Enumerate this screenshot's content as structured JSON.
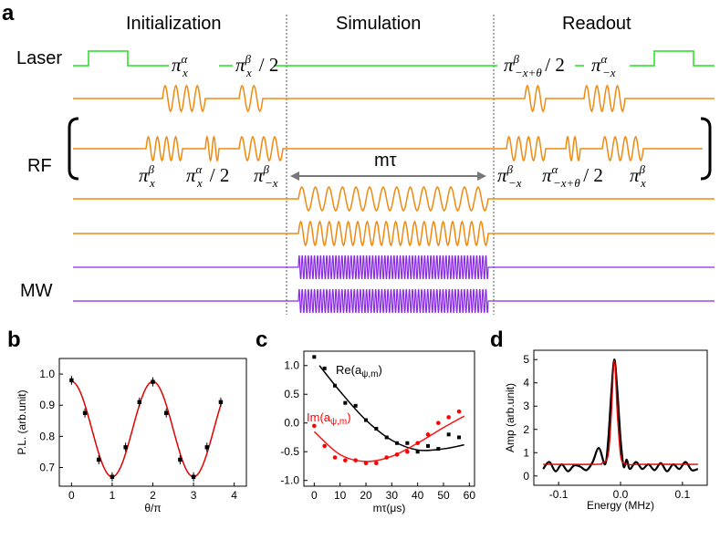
{
  "panel_a": {
    "label": "a",
    "sections": [
      "Initialization",
      "Simulation",
      "Readout"
    ],
    "rows": {
      "laser": "Laser",
      "rf": "RF",
      "mw": "MW"
    },
    "duration_label": "mτ",
    "pulses_top": [
      {
        "base": "π",
        "sup": "α",
        "sub": "x",
        "suffix": ""
      },
      {
        "base": "π",
        "sup": "β",
        "sub": "x",
        "suffix": " / 2"
      },
      {
        "base": "π",
        "sup": "β",
        "sub": "−x+θ",
        "suffix": " / 2"
      },
      {
        "base": "π",
        "sup": "α",
        "sub": "−x",
        "suffix": ""
      }
    ],
    "pulses_bottom": [
      {
        "base": "π",
        "sup": "β",
        "sub": "x",
        "suffix": ""
      },
      {
        "base": "π",
        "sup": "α",
        "sub": "x",
        "suffix": " / 2"
      },
      {
        "base": "π",
        "sup": "β",
        "sub": "−x",
        "suffix": ""
      },
      {
        "base": "π",
        "sup": "β",
        "sub": "−x",
        "suffix": ""
      },
      {
        "base": "π",
        "sup": "α",
        "sub": "−x+θ",
        "suffix": " / 2"
      },
      {
        "base": "π",
        "sup": "β",
        "sub": "x",
        "suffix": ""
      }
    ],
    "colors": {
      "laser": "#22dd22",
      "rf": "#f08a10",
      "mw": "#8a2be2"
    }
  },
  "chart_data": [
    {
      "panel": "b",
      "type": "scatter",
      "xlabel": "θ/π",
      "ylabel": "P.L. (arb.unit)",
      "xlim": [
        -0.3,
        4.3
      ],
      "ylim": [
        0.64,
        1.05
      ],
      "xticks": [
        0,
        1,
        2,
        3,
        4
      ],
      "yticks": [
        0.7,
        0.8,
        0.9,
        1.0
      ],
      "ytick_labels": [
        "0.7",
        "0.8",
        "0.9",
        "1.0"
      ],
      "points": {
        "x": [
          0,
          0.33,
          0.67,
          1.0,
          1.33,
          1.67,
          2.0,
          2.33,
          2.67,
          3.0,
          3.33,
          3.67
        ],
        "y": [
          0.98,
          0.875,
          0.725,
          0.67,
          0.765,
          0.91,
          0.975,
          0.875,
          0.725,
          0.67,
          0.765,
          0.91
        ]
      },
      "fit": {
        "mid": 0.823,
        "amp": 0.153,
        "color": "#e00000"
      },
      "marker_color": "#000000"
    },
    {
      "panel": "c",
      "type": "scatter",
      "xlabel": "mτ(μs)",
      "xlim": [
        -4,
        62
      ],
      "ylim": [
        -1.1,
        1.25
      ],
      "xticks": [
        0,
        10,
        20,
        30,
        40,
        50,
        60
      ],
      "yticks": [
        -1.0,
        -0.5,
        0.0,
        0.5,
        1.0
      ],
      "ytick_labels": [
        "-1.0",
        "-0.5",
        "0.0",
        "0.5",
        "1.0"
      ],
      "series": [
        {
          "name": "Re(aψ,m)",
          "color": "#000000",
          "x": [
            0,
            4,
            8,
            12,
            16,
            20,
            24,
            28,
            32,
            36,
            40,
            44,
            48,
            52,
            56
          ],
          "y": [
            1.15,
            0.95,
            0.65,
            0.35,
            0.3,
            0.05,
            -0.1,
            -0.25,
            -0.35,
            -0.35,
            -0.5,
            -0.4,
            -0.45,
            -0.2,
            -0.25
          ],
          "fit_x": [
            2,
            10,
            20,
            30,
            40,
            50,
            58
          ],
          "fit_y": [
            1.0,
            0.55,
            0.05,
            -0.3,
            -0.47,
            -0.45,
            -0.38
          ]
        },
        {
          "name": "Im(aψ,m)",
          "color": "#ff0000",
          "x": [
            0,
            4,
            8,
            12,
            16,
            20,
            24,
            28,
            32,
            36,
            40,
            44,
            48,
            52,
            56
          ],
          "y": [
            -0.05,
            -0.4,
            -0.6,
            -0.65,
            -0.65,
            -0.7,
            -0.7,
            -0.6,
            -0.55,
            -0.5,
            -0.35,
            -0.2,
            0.0,
            0.1,
            0.2
          ],
          "fit_x": [
            0,
            10,
            20,
            30,
            40,
            50,
            58
          ],
          "fit_y": [
            -0.15,
            -0.55,
            -0.67,
            -0.58,
            -0.35,
            -0.08,
            0.12
          ]
        }
      ]
    },
    {
      "panel": "d",
      "type": "line",
      "xlabel": "Energy (MHz)",
      "ylabel": "Amp (arb.unit)",
      "xlim": [
        -0.14,
        0.14
      ],
      "ylim": [
        -0.4,
        5.4
      ],
      "xticks": [
        -0.1,
        0.0,
        0.1
      ],
      "xtick_labels": [
        "-0.1",
        "0.0",
        "0.1"
      ],
      "yticks": [
        0,
        1,
        2,
        3,
        4,
        5
      ],
      "series": [
        {
          "name": "data",
          "color": "#000000",
          "x": [
            -0.125,
            -0.115,
            -0.105,
            -0.095,
            -0.085,
            -0.075,
            -0.065,
            -0.055,
            -0.045,
            -0.035,
            -0.025,
            -0.02,
            -0.015,
            -0.01,
            -0.005,
            0.0,
            0.005,
            0.01,
            0.015,
            0.025,
            0.035,
            0.045,
            0.055,
            0.065,
            0.075,
            0.085,
            0.095,
            0.105,
            0.115,
            0.125
          ],
          "y": [
            0.3,
            0.6,
            0.2,
            0.5,
            0.2,
            0.45,
            0.4,
            0.25,
            0.6,
            1.2,
            0.5,
            1.5,
            3.5,
            5.0,
            3.6,
            1.6,
            0.4,
            0.7,
            0.3,
            0.6,
            0.3,
            0.5,
            0.25,
            0.55,
            0.2,
            0.5,
            0.3,
            0.6,
            0.25,
            0.3
          ]
        },
        {
          "name": "fit",
          "color": "#e00000",
          "x": [
            -0.125,
            -0.04,
            -0.03,
            -0.02,
            -0.015,
            -0.01,
            -0.005,
            0.0,
            0.005,
            0.01,
            0.02,
            0.03,
            0.125
          ],
          "y": [
            0.5,
            0.5,
            0.55,
            0.9,
            2.6,
            4.95,
            2.6,
            0.9,
            0.55,
            0.5,
            0.48,
            0.5,
            0.5
          ]
        }
      ]
    }
  ]
}
